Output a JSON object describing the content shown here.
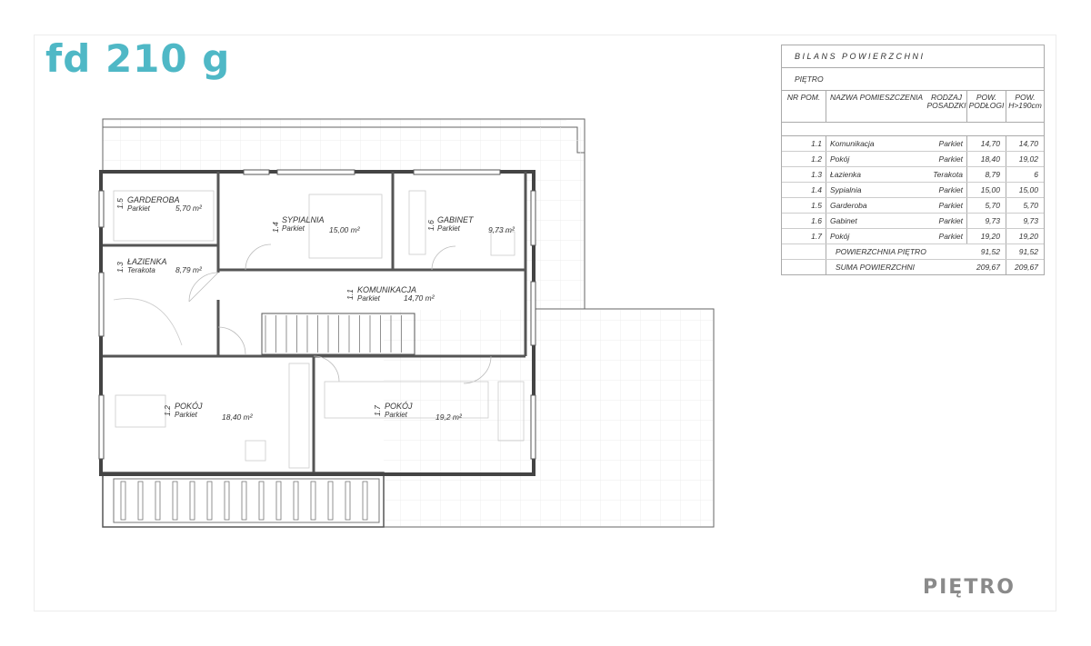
{
  "header": {
    "project_code": "fd 210 g"
  },
  "footer": {
    "floor_label": "PIĘTRO"
  },
  "area_table": {
    "title": "BILANS POWIERZCHNI",
    "subtitle": "PIĘTRO",
    "columns": {
      "nr": "NR POM.",
      "name": "NAZWA POMIESZCZENIA",
      "floor_type": "RODZAJ POSADZKI",
      "area": "POW. PODŁOGI",
      "area_high": "POW. H>190cm"
    },
    "rows": [
      {
        "nr": "1.1",
        "name": "Komunikacja",
        "floor": "Parkiet",
        "area": "14,70",
        "area_high": "14,70"
      },
      {
        "nr": "1.2",
        "name": "Pokój",
        "floor": "Parkiet",
        "area": "18,40",
        "area_high": "19,02"
      },
      {
        "nr": "1.3",
        "name": "Łazienka",
        "floor": "Terakota",
        "area": "8,79",
        "area_high": "6"
      },
      {
        "nr": "1.4",
        "name": "Sypialnia",
        "floor": "Parkiet",
        "area": "15,00",
        "area_high": "15,00"
      },
      {
        "nr": "1.5",
        "name": "Garderoba",
        "floor": "Parkiet",
        "area": "5,70",
        "area_high": "5,70"
      },
      {
        "nr": "1.6",
        "name": "Gabinet",
        "floor": "Parkiet",
        "area": "9,73",
        "area_high": "9,73"
      },
      {
        "nr": "1.7",
        "name": "Pokój",
        "floor": "Parkiet",
        "area": "19,20",
        "area_high": "19,20"
      }
    ],
    "floor_total": {
      "label": "POWIERZCHNIA PIĘTRO",
      "area": "91,52",
      "area_high": "91,52"
    },
    "grand_total": {
      "label": "SUMA POWIERZCHNI",
      "area": "209,67",
      "area_high": "209,67"
    }
  },
  "rooms": {
    "garderoba": {
      "num": "1.5",
      "name": "GARDEROBA",
      "floor": "Parkiet",
      "area": "5,70 m²"
    },
    "sypialnia": {
      "num": "1.4",
      "name": "SYPIALNIA",
      "floor": "Parkiet",
      "area": "15,00 m²"
    },
    "gabinet": {
      "num": "1.6",
      "name": "GABINET",
      "floor": "Parkiet",
      "area": "9,73 m²"
    },
    "lazienka": {
      "num": "1.3",
      "name": "ŁAZIENKA",
      "floor": "Terakota",
      "area": "8,79 m²"
    },
    "komunikacja": {
      "num": "1.1",
      "name": "KOMUNIKACJA",
      "floor": "Parkiet",
      "area": "14,70 m²"
    },
    "pokoj_12": {
      "num": "1.2",
      "name": "POKÓJ",
      "floor": "Parkiet",
      "area": "18,40 m²"
    },
    "pokoj_17": {
      "num": "1.7",
      "name": "POKÓJ",
      "floor": "Parkiet",
      "area": "19,2 m²"
    }
  },
  "colors": {
    "title": "#4fb8c6",
    "floor_label": "#8a8a8a",
    "lines": "#555555"
  }
}
